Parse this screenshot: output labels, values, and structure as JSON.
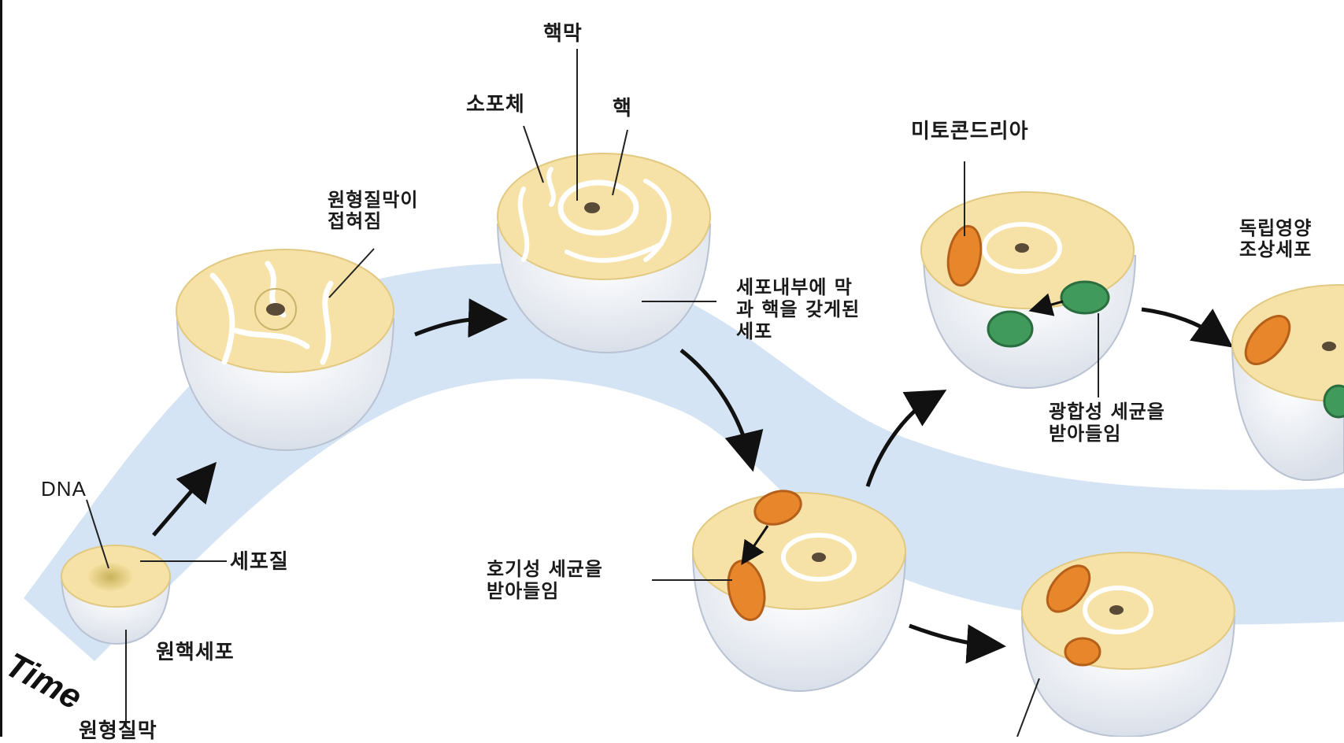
{
  "time_label": "Time",
  "colors": {
    "ribbon": "#cfe1f3",
    "cytoplasm": "#f6e1a6",
    "shell": "#eef1f6",
    "mitochondria": "#e7862a",
    "chloroplast": "#3f9a5b"
  },
  "labels": {
    "dna": "DNA",
    "cytoplasm": "세포질",
    "prokaryote": "원핵세포",
    "plasma_membrane": "원형질막",
    "infolding": [
      "원형질막이",
      "접혀짐"
    ],
    "nuclear_envelope": "핵막",
    "lysosome": "소포체",
    "nucleus": "핵",
    "membrane_nucleus_cell": [
      "세포내부에 막",
      "과 핵을 갖게된",
      "세포"
    ],
    "aerobic_bacteria": [
      "호기성 세균을",
      "받아들임"
    ],
    "mitochondria": "미토콘드리아",
    "photosynthetic_bacteria": [
      "광합성 세균을",
      "받아들임"
    ],
    "plant_ancestor": [
      "독립영양",
      "조상세포"
    ]
  },
  "icons": [
    "arrow-icon"
  ]
}
